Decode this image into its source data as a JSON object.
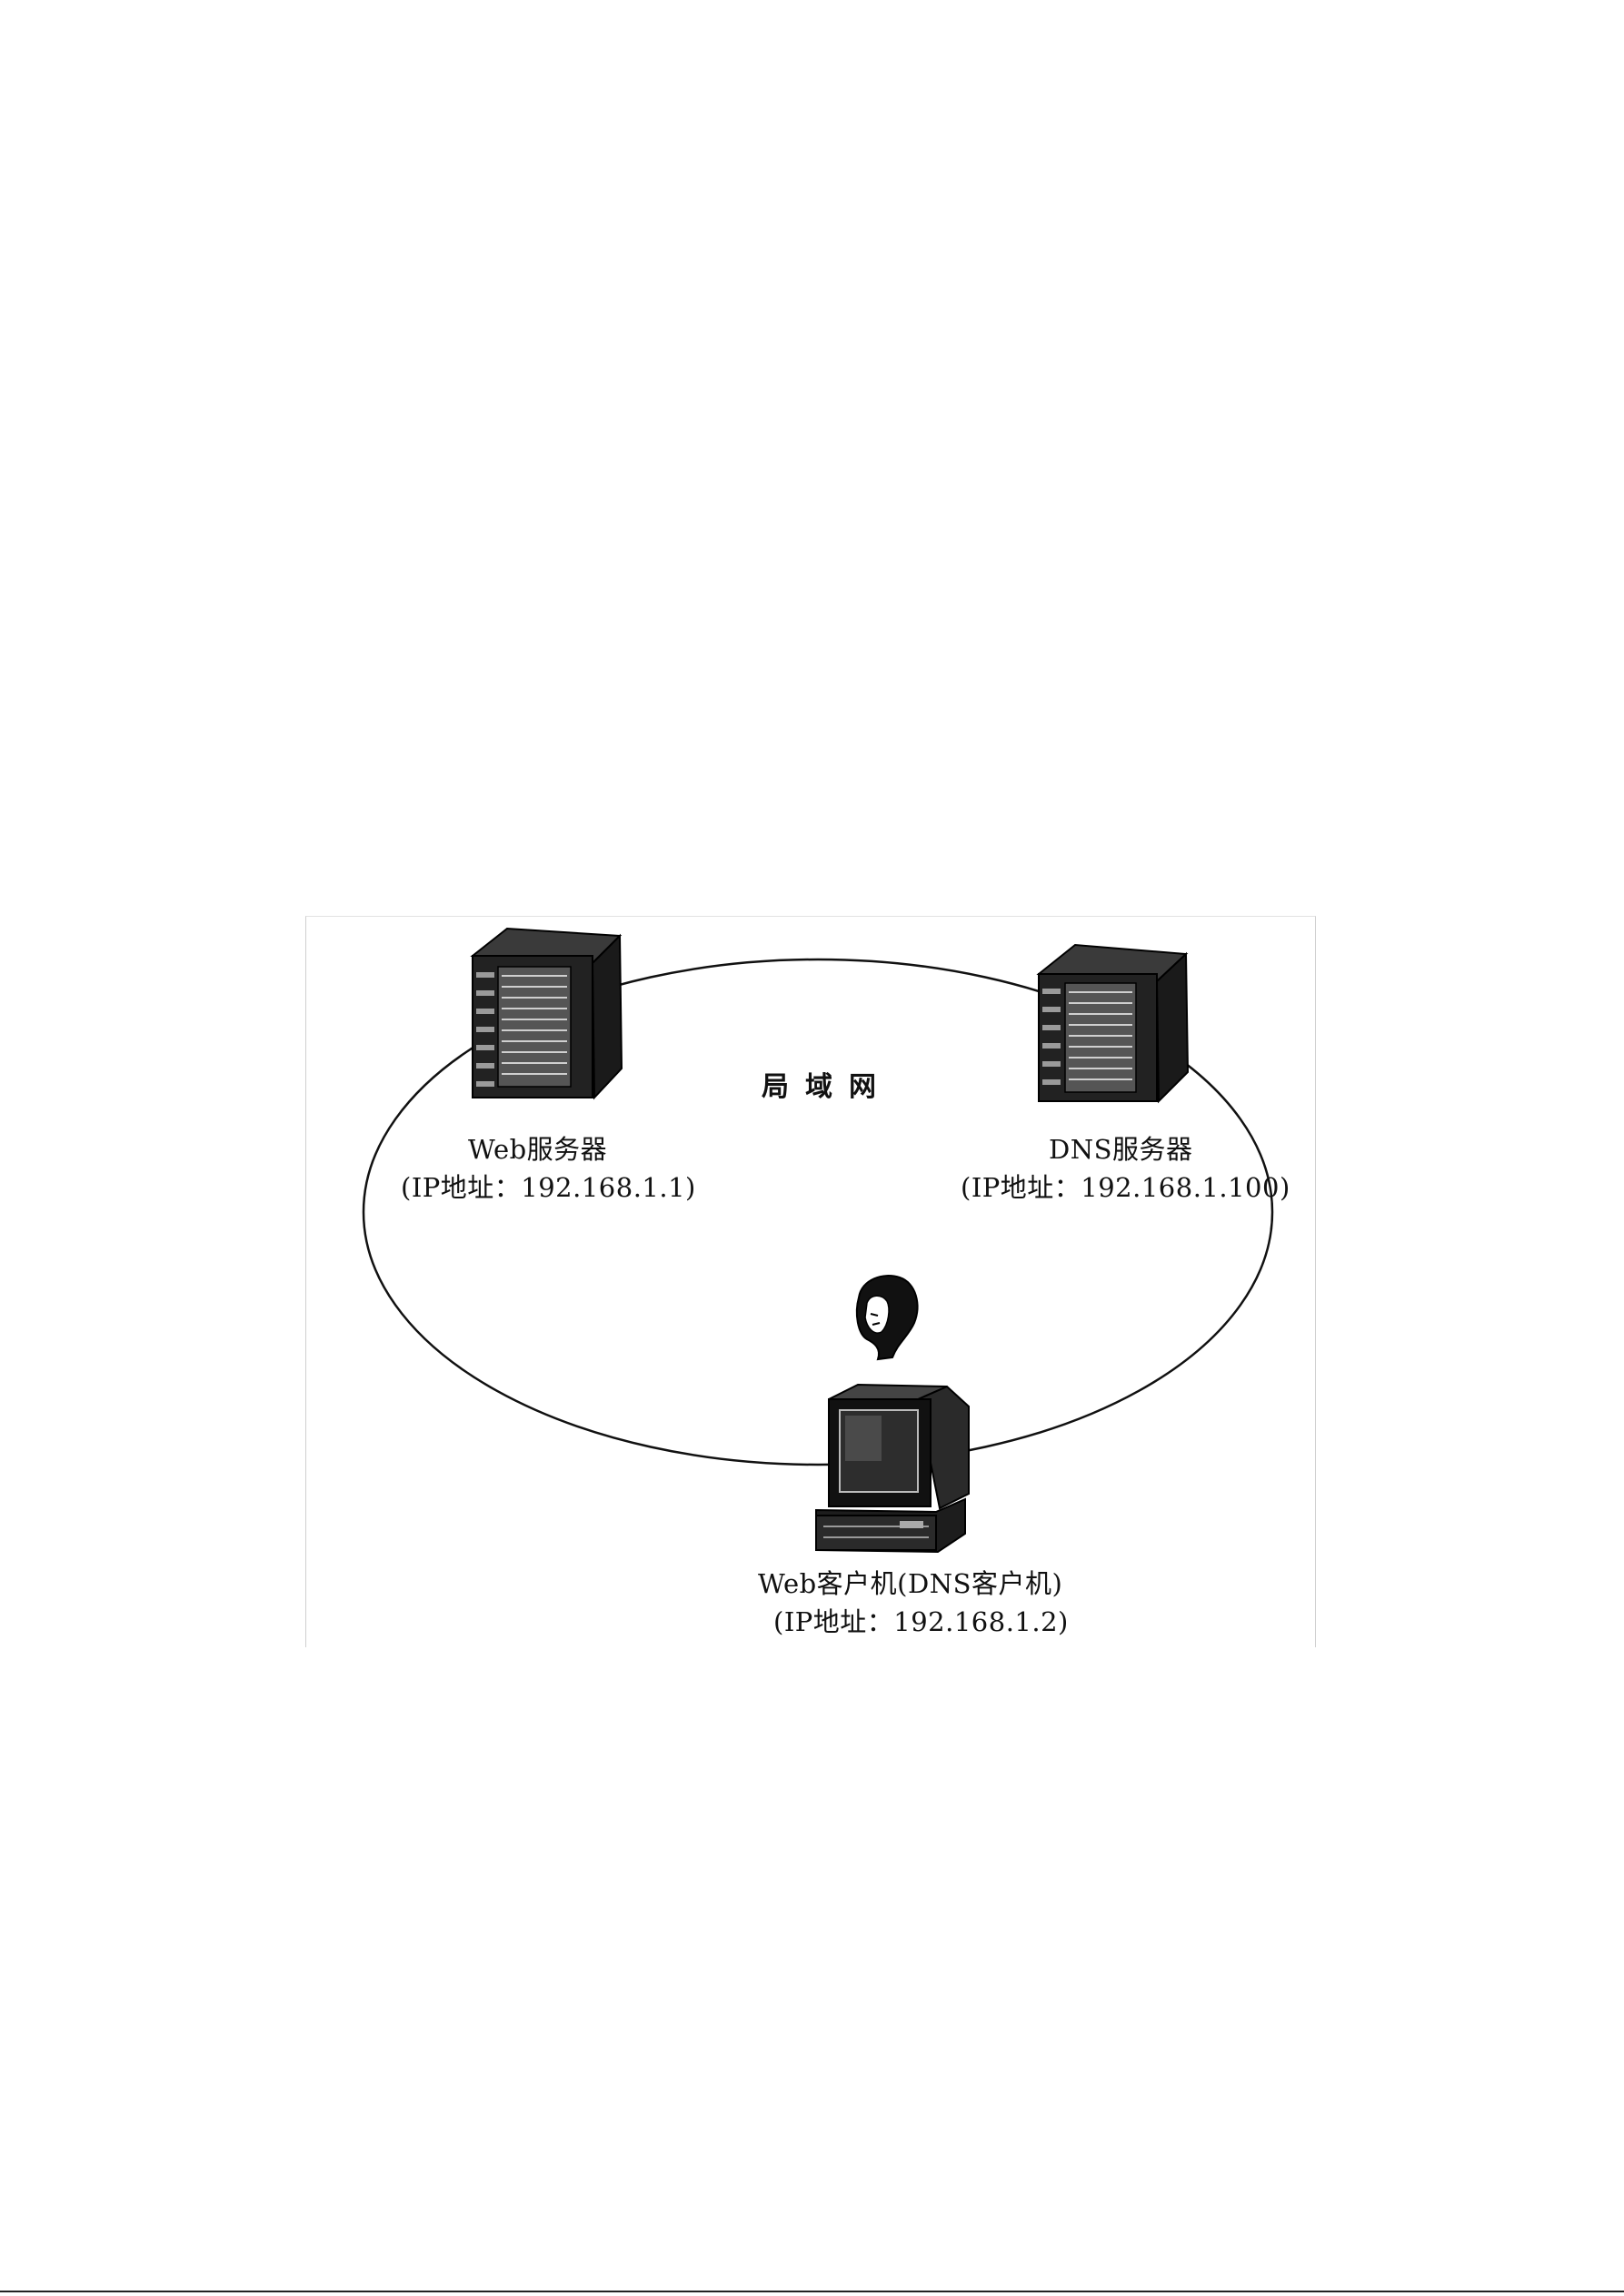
{
  "diagram": {
    "network_label": "局域网",
    "nodes": [
      {
        "id": "web-server",
        "name": "Web服务器",
        "ip": "(IP地址：192.168.1.1)",
        "icon": "server-tower-icon"
      },
      {
        "id": "dns-server",
        "name": "DNS服务器",
        "ip": "(IP地址：192.168.1.100)",
        "icon": "server-tower-icon"
      },
      {
        "id": "web-client",
        "name": "Web客户机(DNS客户机)",
        "ip": "(IP地址：192.168.1.2)",
        "icon": "desktop-computer-icon"
      }
    ],
    "user_icon": "user-head-icon"
  }
}
